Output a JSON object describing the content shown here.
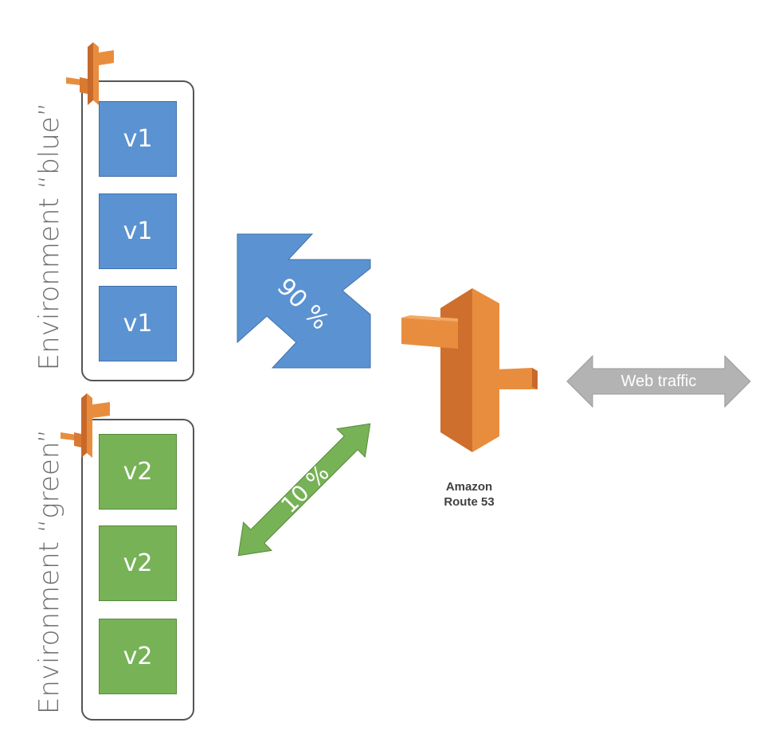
{
  "environments": {
    "blue": {
      "label": "Environment “blue”",
      "instances": [
        "v1",
        "v1",
        "v1"
      ],
      "color": "#5b93d2"
    },
    "green": {
      "label": "Environment “green”",
      "instances": [
        "v2",
        "v2",
        "v2"
      ],
      "color": "#77b257"
    }
  },
  "routing": {
    "blue_weight": "90 %",
    "green_weight": "10 %"
  },
  "route53": {
    "line1": "Amazon",
    "line2": "Route 53",
    "color": "#e88d3e"
  },
  "web_traffic": {
    "label": "Web traffic",
    "color": "#b3b3b3"
  }
}
